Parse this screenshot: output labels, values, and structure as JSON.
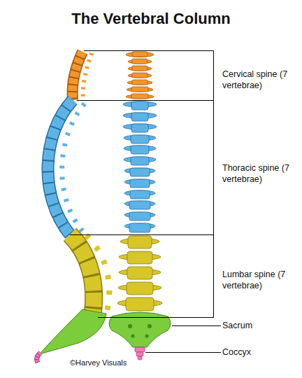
{
  "diagram": {
    "title": "The Vertebral Column",
    "labels": [
      "Cervical spine (7 vertebrae)",
      "Thoracic spine (7 vertebrae)",
      "Lumbar spine (7 vertebrae)",
      "Sacrum",
      "Coccyx",
      "©Harvey Visuals"
    ]
  }
}
